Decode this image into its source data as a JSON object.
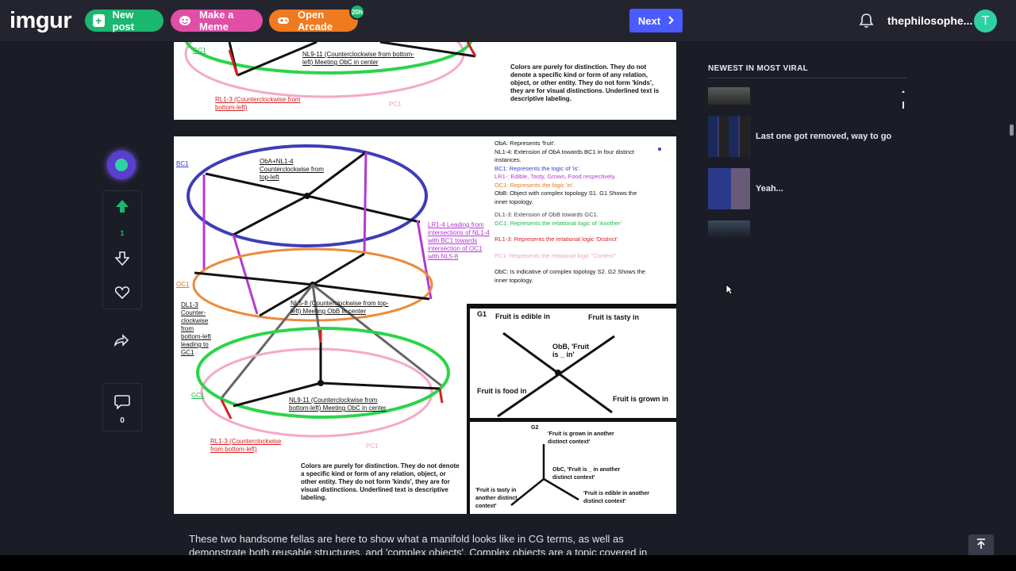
{
  "header": {
    "logo": "imgur",
    "new_post": "New post",
    "make_meme": "Make a Meme",
    "open_arcade": "Open Arcade",
    "arcade_badge": "20h",
    "next": "Next",
    "username": "thephilosophe...",
    "avatar_initial": "T"
  },
  "post": {
    "vote_count": "1",
    "comment_count": "0",
    "description": "These two handsome fellas are here to show what a manifold looks like in CG terms, as well as demonstrate both reusable structures, and 'complex objects'. Complex objects are a topic covered in"
  },
  "image1": {
    "labels": {
      "gc1": "GC1",
      "nl9": "NL9-11 (Counterclockwise from bottom-left) Meeting ObC in center",
      "rl1": "RL1-3 (Counterclockwise from bottom-left)",
      "pc1": "PC1",
      "note": "Colors are purely for distinction. They do not denote a specific kind or form of any relation, object, or other entity. They do not form 'kinds', they are for visual distinctions. Underlined text is descriptive labeling."
    }
  },
  "image2": {
    "labels": {
      "bc1": "BC1",
      "oba": "ObA+NL1-4 Counterclockwise from top-left",
      "lr1": "LR1-4 Leading from intersections of NL1-4 with BC1 towards intersection of OC1 with NL5-8",
      "oc1": "OC1",
      "dl1": "DL1-3 Counter-clockwise from bottom-left leading to GC1",
      "nl5": "NL5-8 (Counterclockwise from top-left) Meeting ObB in center",
      "gc1": "GC1",
      "nl9": "NL9-11 (Counterclockwise from bottom-left) Meeting ObC in center",
      "rl1": "RL1-3 (Counterclockwise from bottom-left)",
      "pc1": "PC1",
      "note": "Colors are purely for distinction. They do not denote a specific kind or form of any relation, object, or other entity. They do not form 'kinds', they are for visual distinctions. Underlined text is descriptive labeling."
    },
    "legend": [
      {
        "text": "ObA: Represents 'fruit'.",
        "color": "#111111"
      },
      {
        "text": "NL1-4: Extension of ObA towards BC1 in four distinct instances.",
        "color": "#111111"
      },
      {
        "text": "BC1: Represents the logic of 'is'.",
        "color": "#3b3bd0"
      },
      {
        "text": "LR1-: Edible, Tasty, Grown, Food respectively.",
        "color": "#b23ad0"
      },
      {
        "text": "OC1: Represents the logic 'in'.",
        "color": "#e07a20"
      },
      {
        "text": "ObB: Object with complex topology S1. G1 Shows the inner topology.",
        "color": "#111111"
      },
      {
        "text": "DL1-3: Extension of ObB towards GC1.",
        "color": "#444444"
      },
      {
        "text": "GC1: Represents the relational logic of 'Another'",
        "color": "#22b84a"
      },
      {
        "text": "RL1-3: Represents the relational logic 'Distinct'",
        "color": "#d62020"
      },
      {
        "text": "PC1: Represents the relational logic \"Context\"",
        "color": "#f0a0c8"
      },
      {
        "text": "ObC: Is indicative of complex topology S2. G2 Shows the inner topology.",
        "color": "#111111"
      }
    ],
    "g1": {
      "label": "G1",
      "edible": "Fruit is edible in",
      "tasty": "Fruit is tasty in",
      "center": "ObB, 'Fruit is _ in'",
      "food": "Fruit is food in",
      "grown": "Fruit is grown in"
    },
    "g2": {
      "label": "G2",
      "grown": "'Fruit is grown in another distinct context'",
      "center": "ObC, 'Fruit is _ in another distinct context'",
      "tasty": "'Fruit is tasty in another distinct context'",
      "edible": "'Fruit is edible in another distinct context'"
    }
  },
  "sidebar": {
    "title": "NEWEST IN MOST VIRAL",
    "items": [
      {
        "title": ""
      },
      {
        "title": "Last one got removed, way to go"
      },
      {
        "title": "Yeah..."
      },
      {
        "title": ""
      }
    ]
  },
  "colors": {
    "bg": "#1b1d26",
    "topbar": "#24242f",
    "green": "#1bb76e",
    "pink": "#e04ea5",
    "orange": "#f07a20",
    "next_blue": "#4a5bff"
  }
}
